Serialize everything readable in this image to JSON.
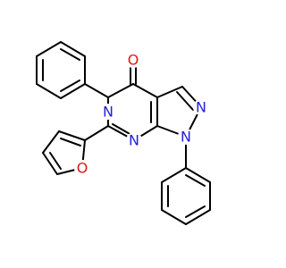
{
  "molecule": {
    "atom_labels": {
      "carbonyl_oxygen": "O",
      "n5": "N",
      "n2": "N",
      "n1": "N",
      "n7": "N",
      "furan_oxygen": "O"
    },
    "colors": {
      "bond": "#000000",
      "nitrogen": "#1f1fd8",
      "oxygen": "#e01818",
      "background": "#ffffff"
    }
  }
}
